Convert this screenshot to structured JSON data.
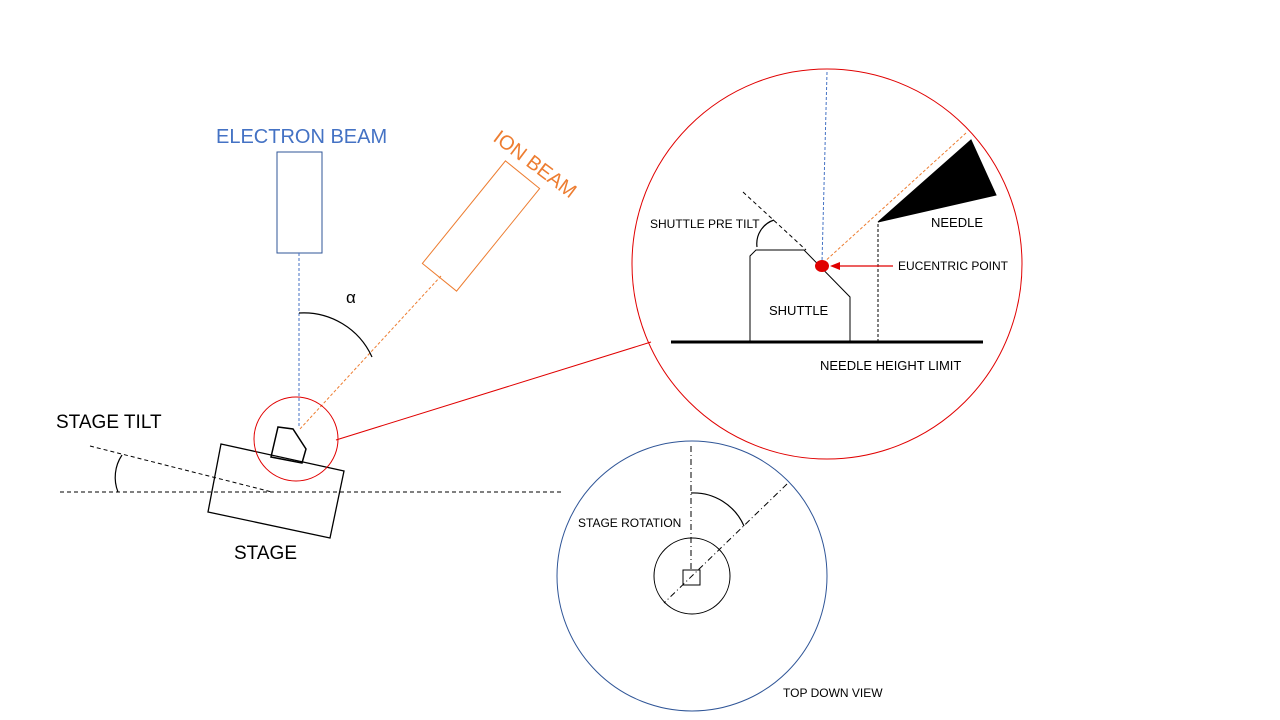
{
  "labels": {
    "electron_beam": "ELECTRON BEAM",
    "ion_beam": "ION BEAM",
    "alpha": "α",
    "stage_tilt": "STAGE TILT",
    "stage": "STAGE",
    "shuttle_pre_tilt": "SHUTTLE PRE TILT",
    "needle": "NEEDLE",
    "eucentric_point": "EUCENTRIC POINT",
    "shuttle": "SHUTTLE",
    "needle_height_limit": "NEEDLE HEIGHT LIMIT",
    "stage_rotation": "STAGE ROTATION",
    "top_down_view": "TOP DOWN VIEW"
  },
  "colors": {
    "electron": "#4472C4",
    "ion": "#ED7D31",
    "highlight": "#E00000",
    "outline": "#000000",
    "topview": "#2F5597"
  }
}
